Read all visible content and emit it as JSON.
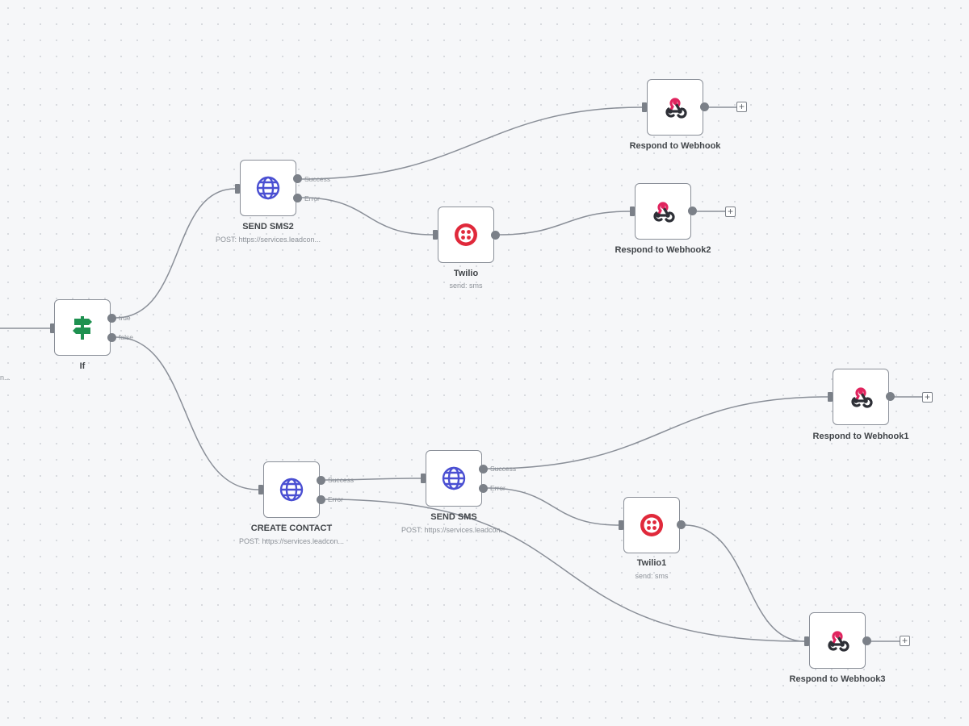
{
  "canvas": {
    "background": "#f6f7f9"
  },
  "colors": {
    "http": "#4a4fd2",
    "if": "#1e9150",
    "twilio": "#e0293b",
    "webhook_pink": "#e0245e",
    "webhook_dark": "#2d2f36"
  },
  "offscreen_node": {
    "subtitle": "n..."
  },
  "nodes": {
    "if": {
      "title": "If",
      "icon": "signpost-icon",
      "outputs": [
        "true",
        "false"
      ]
    },
    "send_sms2": {
      "title": "SEND SMS2",
      "subtitle": "POST: https://services.leadcon...",
      "icon": "globe-icon",
      "outputs": [
        "Success",
        "Error"
      ]
    },
    "twilio": {
      "title": "Twilio",
      "subtitle": "send: sms",
      "icon": "twilio-icon"
    },
    "respond_webhook": {
      "title": "Respond to Webhook",
      "icon": "webhook-icon"
    },
    "respond_webhook2": {
      "title": "Respond to Webhook2",
      "icon": "webhook-icon"
    },
    "create_contact": {
      "title": "CREATE CONTACT",
      "subtitle": "POST: https://services.leadcon...",
      "icon": "globe-icon",
      "outputs": [
        "Success",
        "Error"
      ]
    },
    "send_sms": {
      "title": "SEND SMS",
      "subtitle": "POST: https://services.leadcon...",
      "icon": "globe-icon",
      "outputs": [
        "Success",
        "Error"
      ]
    },
    "twilio1": {
      "title": "Twilio1",
      "subtitle": "send: sms",
      "icon": "twilio-icon"
    },
    "respond_webhook1": {
      "title": "Respond to Webhook1",
      "icon": "webhook-icon"
    },
    "respond_webhook3": {
      "title": "Respond to Webhook3",
      "icon": "webhook-icon"
    }
  },
  "add_button_label": "+"
}
